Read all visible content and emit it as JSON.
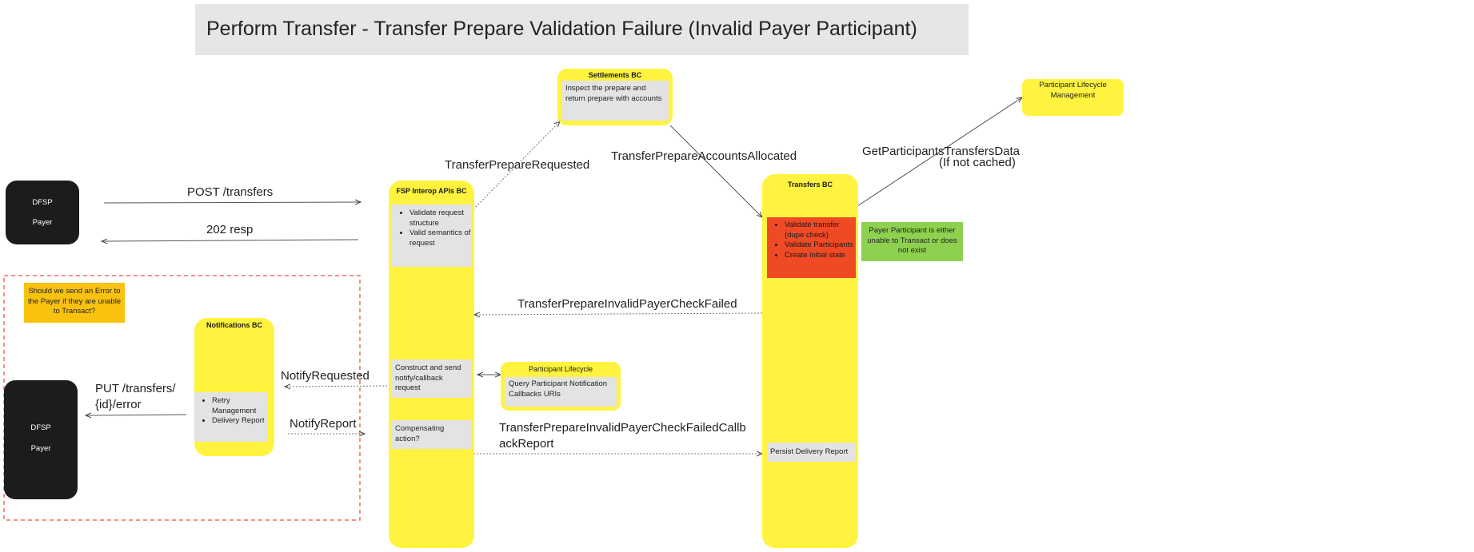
{
  "diagram": {
    "title": "Perform Transfer - Transfer Prepare Validation Failure (Invalid Payer Participant)",
    "actors": {
      "payer_top": {
        "line1": "DFSP",
        "line2": "Payer"
      },
      "payer_bottom": {
        "line1": "DFSP",
        "line2": "Payer"
      }
    },
    "lanes": {
      "fsp_interop": {
        "title": "FSP Interop APIs BC",
        "validate_items": [
          "Validate request structure",
          "Valid semantics of request"
        ],
        "construct_text": "Construct and send notify/callback request",
        "compensating_text": "Compensating action?"
      },
      "transfers": {
        "title": "Transfers BC",
        "validate_items": [
          "Validate transfer (dupe check)",
          "Validate Participants",
          "Create initial state"
        ],
        "persist_text": "Persist Delivery Report"
      },
      "notifications": {
        "title": "Notifications BC",
        "items": [
          "Retry Management",
          "Delivery Report"
        ]
      }
    },
    "settlements": {
      "title": "Settlements BC",
      "text": "Inspect the prepare and return prepare with accounts"
    },
    "participant_lifecycle_mgmt": {
      "text": "Participant Lifecycle Management"
    },
    "participant_lifecycle": {
      "title": "Participant Lifecycle",
      "text": "Query Participant Notification Callbacks URIs"
    },
    "notes": {
      "payer_invalid": "Payer Participant is either unable to Transact or does not exist",
      "question": "Should we send an Error to the Payer if they are unable to Transact?"
    },
    "messages": {
      "post_transfers": "POST /transfers",
      "resp_202": "202 resp",
      "prepare_requested": "TransferPrepareRequested",
      "accounts_allocated": "TransferPrepareAccountsAllocated",
      "get_participants": "GetParticipantsTransfersData",
      "if_not_cached": "(If not cached)",
      "invalid_payer_failed": "TransferPrepareInvalidPayerCheckFailed",
      "notify_requested": "NotifyRequested",
      "notify_report": "NotifyReport",
      "put_error_line1": "PUT /transfers/",
      "put_error_line2": "{id}/error",
      "callback_report_line1": "TransferPrepareInvalidPayerCheckFailedCallb",
      "callback_report_line2": "ackReport"
    },
    "colors": {
      "lane_yellow": "#fff33f",
      "validate_red": "#f04a25",
      "note_green": "#8ed14f",
      "note_orange": "#f9c20f",
      "dashed_border": "#f26d5b",
      "actor_black": "#1c1c1c"
    }
  }
}
